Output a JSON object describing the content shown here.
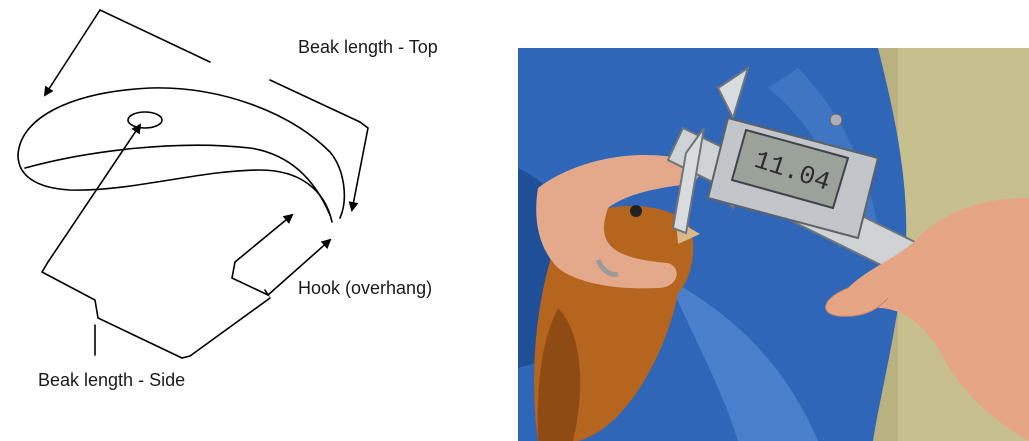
{
  "diagram": {
    "label_top": "Beak length - Top",
    "label_hook": "Hook (overhang)",
    "label_side": "Beak length - Side"
  },
  "photo": {
    "caliper_display": "11.04"
  }
}
